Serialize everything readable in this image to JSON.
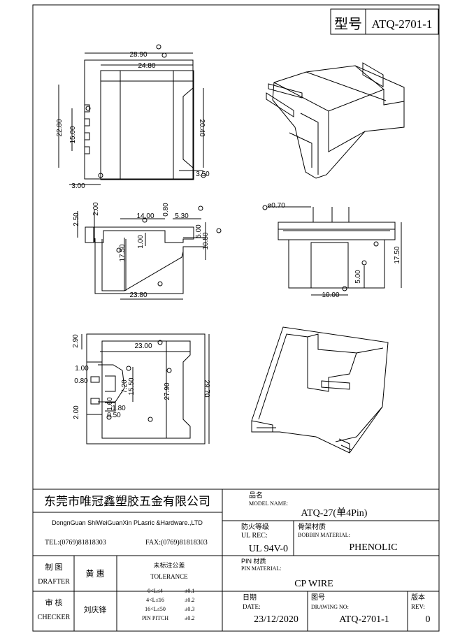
{
  "header": {
    "model_label": "型号",
    "model_value": "ATQ-2701-1"
  },
  "dimensions": {
    "top_view": {
      "overall_width": "28.90",
      "inner_width": "24.80",
      "height": "22.80",
      "pin_span": "15.00",
      "right_height": "20.40",
      "right_offset": "3.50",
      "left_offset": "3.00"
    },
    "front_view": {
      "pin_height": "2.50",
      "top_offset": "2.00",
      "slot_width": "14.00",
      "slot_gap": "0.80",
      "right_step": "5.30",
      "inner_height": "1.00",
      "right_upper": "5.00",
      "right_lower": "10.50",
      "body_height": "17.50",
      "base_width": "23.80"
    },
    "side_view": {
      "pin_dia": "ø0.70",
      "height": "17.50",
      "slot_height": "5.00",
      "slot_width": "10.00"
    },
    "bottom_view": {
      "top_offset": "2.90",
      "inner_width": "23.00",
      "slot_a": "1.00",
      "slot_b": "0.80",
      "slot_c": "7.20",
      "slot_d": "15.50",
      "small_a": "1.60",
      "small_b": "1.80",
      "small_c": "0.50",
      "left_pin": "2.00",
      "inner_height": "27.90",
      "overall_height": "29.70"
    }
  },
  "title_block": {
    "company_cn": "东莞市唯冠鑫塑胶五金有限公司",
    "company_en": "DongnGuan ShiWeiGuanXin PLasric &Hardware.,LTD",
    "tel": "TEL:(0769)81818303",
    "fax": "FAX:(0769)81818303",
    "model_name_cn": "品名",
    "model_name_en": "MODEL NAME:",
    "model_name_value": "ATQ-27(单4Pin)",
    "ul_cn": "防火等级",
    "ul_en": "UL REC:",
    "ul_value": "UL 94V-0",
    "bobbin_cn": "骨架材质",
    "bobbin_en": "BOBBIN MATERIAL:",
    "bobbin_value": "PHENOLIC",
    "pin_cn": "PIN 材质",
    "pin_en": "PIN MATERIAL:",
    "pin_value": "CP WIRE",
    "drafter_cn": "制  图",
    "drafter_en": "DRAFTER",
    "drafter_name": "黄  惠",
    "checker_cn": "审  核",
    "checker_en": "CHECKER",
    "checker_name": "刘庆锋",
    "tolerance_cn": "未标注公差",
    "tolerance_en": "TOLERANCE",
    "tolerances": [
      {
        "range": "0<L≤4",
        "value": "±0.1"
      },
      {
        "range": "4<L≤16",
        "value": "±0.2"
      },
      {
        "range": "16<L≤50",
        "value": "±0.3"
      },
      {
        "range": "PIN PITCH",
        "value": "±0.2"
      }
    ],
    "date_cn": "日期",
    "date_en": "DATE:",
    "date_value": "23/12/2020",
    "drawing_cn": "图号",
    "drawing_en": "DRAWING NO:",
    "drawing_value": "ATQ-2701-1",
    "rev_cn": "版本",
    "rev_en": "REV:",
    "rev_value": "0"
  }
}
